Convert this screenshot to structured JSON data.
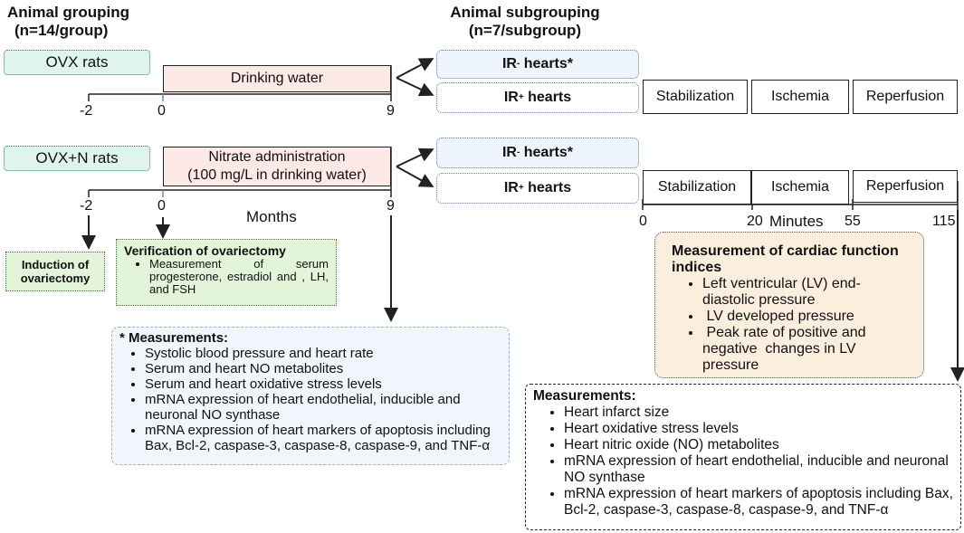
{
  "headers": {
    "grouping_line1": "Animal grouping",
    "grouping_line2": "(n=14/group)",
    "subgrouping_line1": "Animal subgrouping",
    "subgrouping_line2": "(n=7/subgroup)"
  },
  "groups": {
    "ovx": "OVX rats",
    "ovxn": "OVX+N rats"
  },
  "treatments": {
    "water": "Drinking water",
    "nitrate_line1": "Nitrate administration",
    "nitrate_line2": "(100 mg/L in drinking water)"
  },
  "timeline": {
    "ticks": [
      "-2",
      "0",
      "9"
    ],
    "unit": "Months"
  },
  "hearts": {
    "ir_neg_base": "IR",
    "ir_neg_sup": "-",
    "ir_neg_suffix": " hearts*",
    "ir_pos_base": "IR",
    "ir_pos_sup": "+",
    "ir_pos_suffix": " hearts"
  },
  "phases": [
    "Stabilization",
    "Ischemia",
    "Reperfusion"
  ],
  "minutes": {
    "ticks": [
      "0",
      "20",
      "55",
      "115"
    ],
    "unit": "Minutes"
  },
  "induction": {
    "line1": "Induction of",
    "line2": "ovariectomy"
  },
  "verification": {
    "title": "Verification of ovariectomy",
    "items": [
      "Measurement of serum progesterone, estradiol and , LH, and FSH"
    ]
  },
  "measurements_left": {
    "title": "* Measurements:",
    "items": [
      "Systolic blood pressure and heart rate",
      "Serum and heart NO metabolites",
      "Serum and heart oxidative stress levels",
      "mRNA expression of heart endothelial,  inducible and neuronal NO synthase",
      "mRNA expression of heart markers of apoptosis including Bax, Bcl-2, caspase-3, caspase-8, caspase-9, and TNF-α"
    ]
  },
  "cardiac": {
    "title": "Measurement of cardiac function indices",
    "items": [
      "Left ventricular (LV) end-diastolic pressure",
      " LV developed pressure",
      " Peak rate of positive and negative  changes in LV pressure"
    ]
  },
  "measurements_right": {
    "title": "Measurements:",
    "items": [
      "Heart infarct size",
      "Heart oxidative stress levels",
      "Heart nitric oxide (NO) metabolites",
      "mRNA expression of heart endothelial,  inducible and neuronal NO synthase",
      "mRNA expression of heart markers of apoptosis including Bax, Bcl-2, caspase-3, caspase-8, caspase-9, and TNF-α"
    ]
  },
  "colors": {
    "group_pill_bg": "#e0f4ef",
    "treatment_bg": "#fde9e6",
    "hearts_neg_bg": "#eef4fb",
    "verification_bg": "#e2f5d9",
    "measurements_left_bg": "#f0f6fb",
    "cardiac_bg": "#fbeedd"
  }
}
